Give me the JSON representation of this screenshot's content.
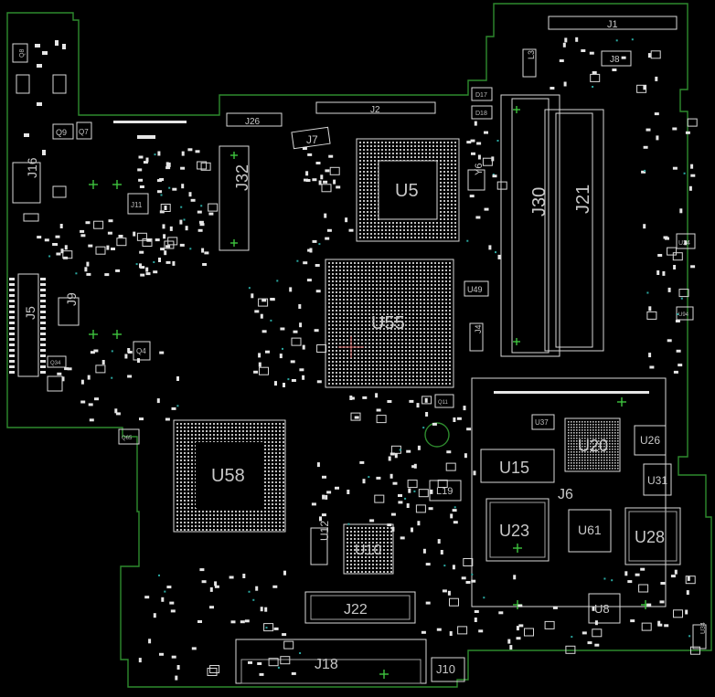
{
  "board": {
    "outline_color": "#2e8b2e",
    "silk_color": "#d8d8d8",
    "background": "#000000"
  },
  "labels": {
    "u5": "U5",
    "u55": "U55",
    "u58": "U58",
    "u15": "U15",
    "u20": "U20",
    "u23": "U23",
    "u28": "U28",
    "u61": "U61",
    "u26": "U26",
    "u31": "U31",
    "u10": "U10",
    "u12": "U12",
    "u8": "U8",
    "u24": "U24",
    "u49": "U49",
    "u37": "U37",
    "u94": "U94",
    "j1": "J1",
    "j2": "J2",
    "j4": "J4",
    "j5": "J5",
    "j6": "J6",
    "j7": "J7",
    "j8": "J8",
    "j9": "J9",
    "j10": "J10",
    "j11": "J11",
    "j16": "J16",
    "j18": "J18",
    "j21": "J21",
    "j22": "J22",
    "j26": "J26",
    "j30": "J30",
    "j32": "J32",
    "l3": "L3",
    "l19": "L19",
    "y6": "Y6",
    "q8": "Q8",
    "q9": "Q9",
    "q7": "Q7",
    "q4": "Q4",
    "q11": "Q11",
    "q65": "Q65",
    "q34": "Q34",
    "d17": "D17",
    "d18": "D18",
    "u34": "U34"
  }
}
